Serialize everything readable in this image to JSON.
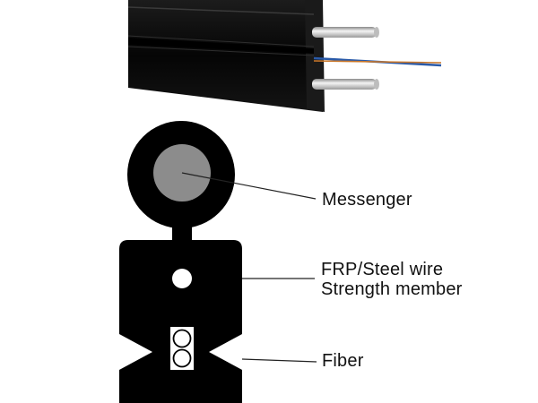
{
  "labels": {
    "messenger": "Messenger",
    "strength_line1": "FRP/Steel wire",
    "strength_line2": "Strength member",
    "fiber": "Fiber"
  },
  "colors": {
    "jacket": "#0a0a0a",
    "messenger_core": "#8c8c8c",
    "wire_silver": "#d9d9d9",
    "fiber_blue": "#2a5aa8",
    "fiber_orange": "#c9772a",
    "background": "#ffffff",
    "text": "#111111"
  }
}
